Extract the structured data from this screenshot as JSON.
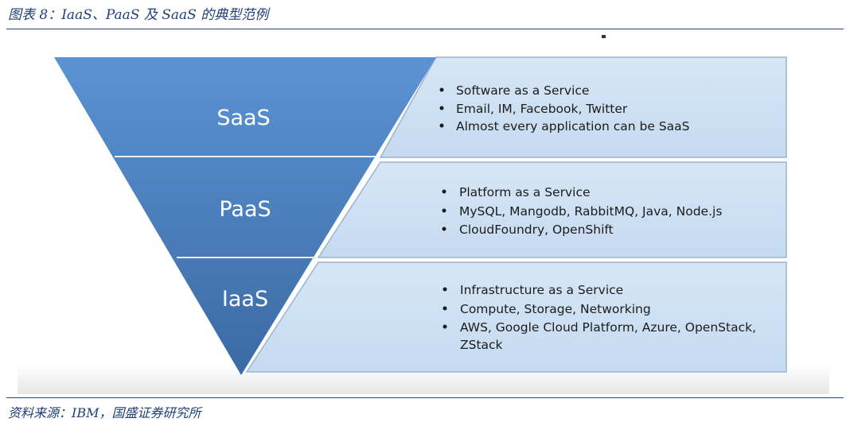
{
  "figure": {
    "caption": "图表 8：IaaS、PaaS 及 SaaS 的典型范例",
    "source": "资料来源：IBM，国盛证券研究所"
  },
  "layers": [
    {
      "label": "SaaS",
      "bullets": [
        "Software as a Service",
        "Email, IM, Facebook, Twitter",
        "Almost every application can be SaaS"
      ]
    },
    {
      "label": "PaaS",
      "bullets": [
        "Platform as a Service",
        "MySQL, Mangodb, RabbitMQ, Java, Node.js",
        "CloudFoundry,  OpenShift"
      ]
    },
    {
      "label": "IaaS",
      "bullets": [
        "Infrastructure as a Service",
        "Compute, Storage, Networking",
        "AWS, Google Cloud Platform, Azure, OpenStack,",
        "ZStack"
      ]
    }
  ],
  "colors": {
    "triangle_top": "#5b93d3",
    "triangle_bottom": "#3b6aa4",
    "panel_fill": "#cfe0f3",
    "panel_border": "#9bb3d0",
    "divider": "#e8eef7",
    "header_text": "#1f3f78"
  }
}
